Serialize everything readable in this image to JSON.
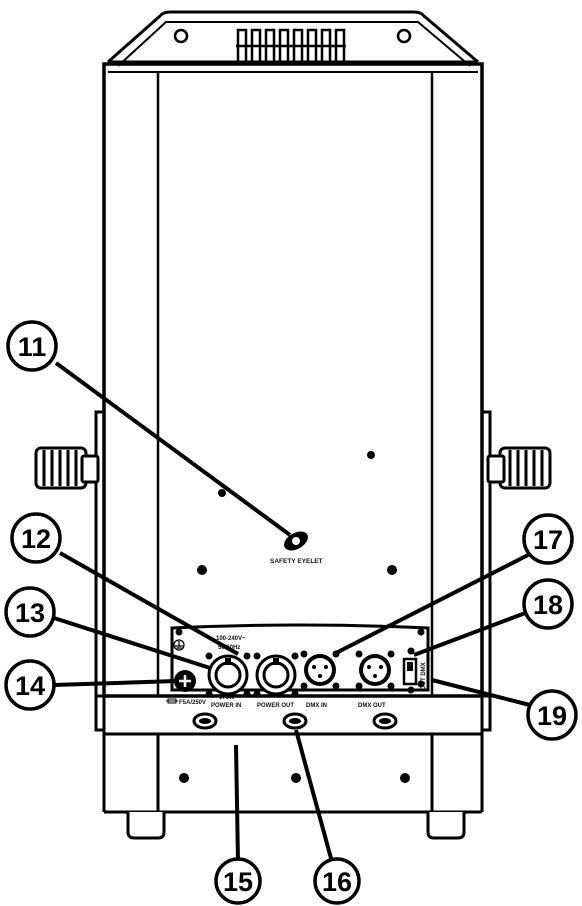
{
  "labels": {
    "safety_eyelet": "SAFETY EYELET",
    "voltage": "100-240V~",
    "frequency": "50/60Hz",
    "wattage": "175W",
    "power_in": "POWER IN",
    "power_out": "POWER OUT",
    "dmx_in": "DMX IN",
    "dmx_out": "DMX OUT",
    "fuse": "F5A/250V",
    "dmx_switch": "OUT DMX"
  },
  "callouts": [
    {
      "id": "11",
      "label": "11"
    },
    {
      "id": "12",
      "label": "12"
    },
    {
      "id": "13",
      "label": "13"
    },
    {
      "id": "14",
      "label": "14"
    },
    {
      "id": "15",
      "label": "15"
    },
    {
      "id": "16",
      "label": "16"
    },
    {
      "id": "17",
      "label": "17"
    },
    {
      "id": "18",
      "label": "18"
    },
    {
      "id": "19",
      "label": "19"
    }
  ]
}
